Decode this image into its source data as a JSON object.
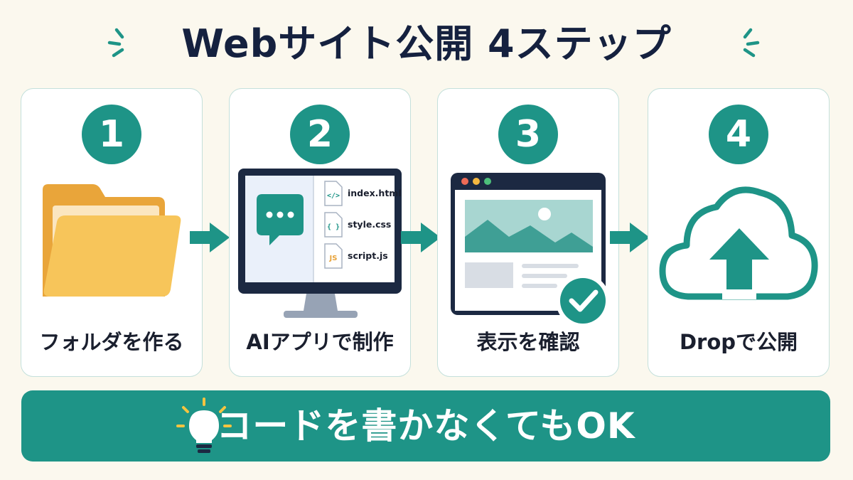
{
  "title": "Webサイト公開 4ステップ",
  "steps": [
    {
      "number": "1",
      "label": "フォルダを作る",
      "icon": "folder-icon"
    },
    {
      "number": "2",
      "label": "AIアプリで制作",
      "icon": "monitor-icon",
      "files": [
        {
          "name": "index.html",
          "icon_text": "</>"
        },
        {
          "name": "style.css",
          "icon_text": "{ }"
        },
        {
          "name": "script.js",
          "icon_text": "JS"
        }
      ]
    },
    {
      "number": "3",
      "label": "表示を確認",
      "icon": "browser-check-icon"
    },
    {
      "number": "4",
      "label": "Dropで公開",
      "icon": "cloud-upload-icon"
    }
  ],
  "banner": {
    "text": "コードを書かなくてもOK",
    "icon": "lightbulb-icon"
  },
  "colors": {
    "teal": "#1e9487",
    "navy": "#15213f",
    "background": "#fbf8ee",
    "folder": "#f7c55a",
    "js": "#e8a33a"
  }
}
